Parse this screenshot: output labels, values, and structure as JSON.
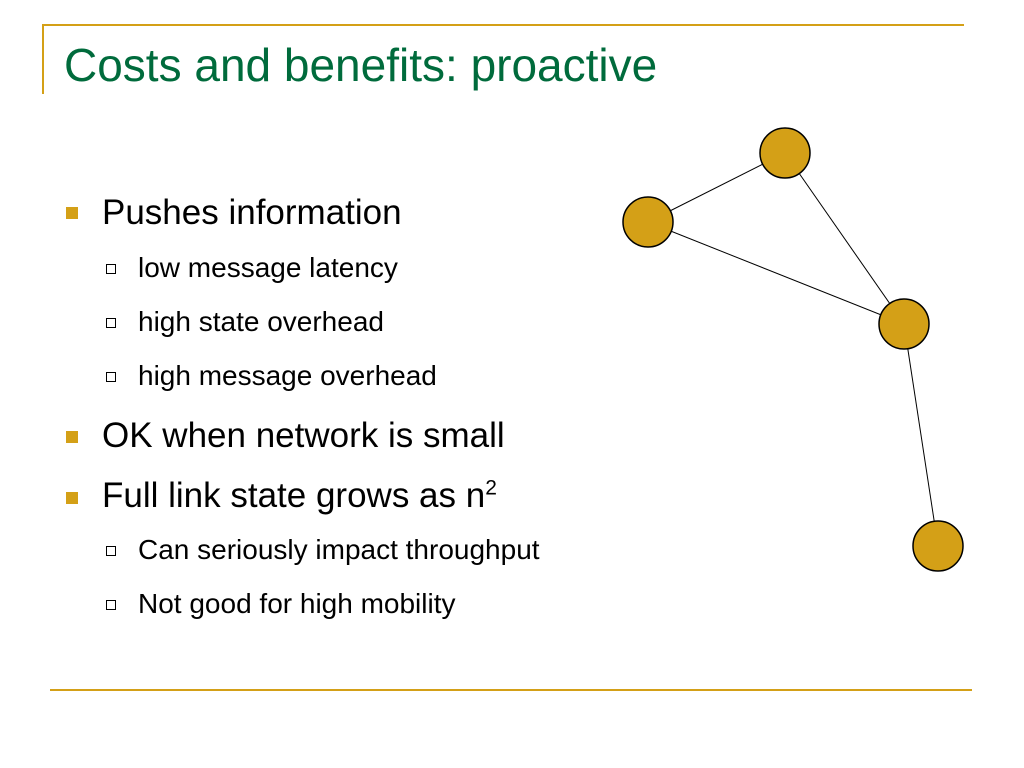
{
  "slide": {
    "title": "Costs and benefits: proactive",
    "bullets": [
      {
        "text": "Pushes information",
        "sub": [
          "low message latency",
          "high state overhead",
          "high message overhead"
        ]
      },
      {
        "text": "OK when network is small",
        "sub": []
      },
      {
        "text": "Full link state grows as n",
        "superscript": "2",
        "sub": [
          "Can seriously impact throughput",
          "Not good for high mobility"
        ]
      }
    ]
  },
  "colors": {
    "title": "#006b3c",
    "accent": "#d4a017",
    "node_fill": "#d4a017"
  },
  "diagram": {
    "nodes": [
      "node-1",
      "node-2",
      "node-3",
      "node-4"
    ],
    "edges": [
      [
        "node-1",
        "node-2"
      ],
      [
        "node-2",
        "node-3"
      ],
      [
        "node-1",
        "node-3"
      ],
      [
        "node-3",
        "node-4"
      ]
    ]
  }
}
